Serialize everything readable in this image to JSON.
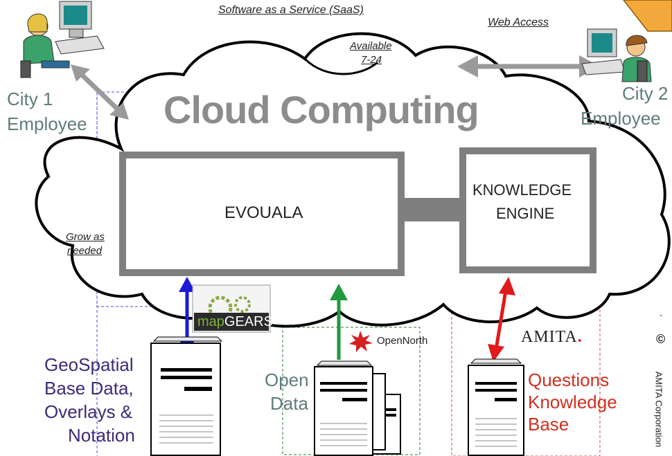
{
  "top_labels": {
    "saas": "Software as a Service (SaaS)",
    "web_access": "Web Access",
    "available_line1": "Available",
    "available_line2": "7-24",
    "grow_line1": "Grow as",
    "grow_line2": "needed"
  },
  "cloud_title": "Cloud Computing",
  "users": {
    "city1_line1": "City 1",
    "city1_line2": "Employee",
    "city2_line1": "City 2",
    "city2_line2": "Employee"
  },
  "boxes": {
    "evouala": "EVOUALA",
    "knowledge_line1": "KNOWLEDGE",
    "knowledge_line2": "ENGINE"
  },
  "partners": {
    "mapgears_map": "map",
    "mapgears_gears": "GEARS",
    "opennorth": "OpenNorth",
    "amita": "AMITA",
    "amita_dot": "."
  },
  "sources": {
    "geo_line1": "GeoSpatial",
    "geo_line2": "Base Data,",
    "geo_line3": "Overlays &",
    "geo_line4": "Notation",
    "open_line1": "Open",
    "open_line2": "Data",
    "qkb_line1": "Questions",
    "qkb_line2": "Knowledge",
    "qkb_line3": "Base"
  },
  "copyright": {
    "symbol": "©",
    "owner": "AMITA Corporation",
    "dash": "-"
  },
  "colors": {
    "cloud_stroke": "#000000",
    "box_gray": "#7f7f7f",
    "cloud_text": "#8c8c8c",
    "employee_text": "#5f7b7b",
    "geo_text": "#3d2a7a",
    "qkb_text": "#d0301f",
    "arrow_blue": "#1a1ad8",
    "arrow_green": "#1f9a3c",
    "arrow_red": "#e01a1a",
    "arrow_gray": "#9a9a9a",
    "tab_orange": "#f3a93b"
  }
}
